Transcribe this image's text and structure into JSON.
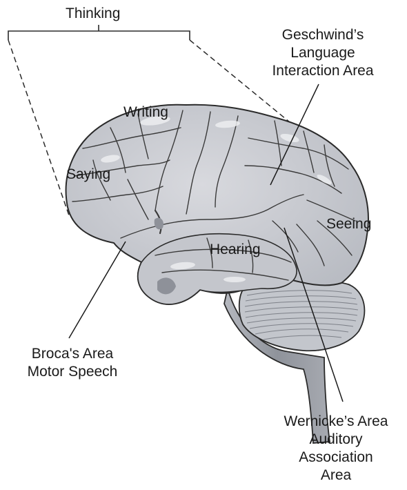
{
  "labels": {
    "thinking": "Thinking",
    "geschwind": [
      "Geschwind’s",
      "Language",
      "Interaction Area"
    ],
    "writing": "Writing",
    "saying": "Saying",
    "seeing": "Seeing",
    "hearing": "Hearing",
    "broca": [
      "Broca's Area",
      "Motor Speech"
    ],
    "wernicke": [
      "Wernicke’s Area",
      "Auditory",
      "Association",
      "Area"
    ]
  },
  "colors": {
    "brain_fill": "#c9cbd1",
    "brain_shade": "#a9acb4",
    "highlight": "#e6e7ea",
    "outline": "#2a2a2a",
    "stem": "#9fa2aa",
    "cerebellum": "#bfc2c8",
    "text": "#1a1a1a"
  }
}
